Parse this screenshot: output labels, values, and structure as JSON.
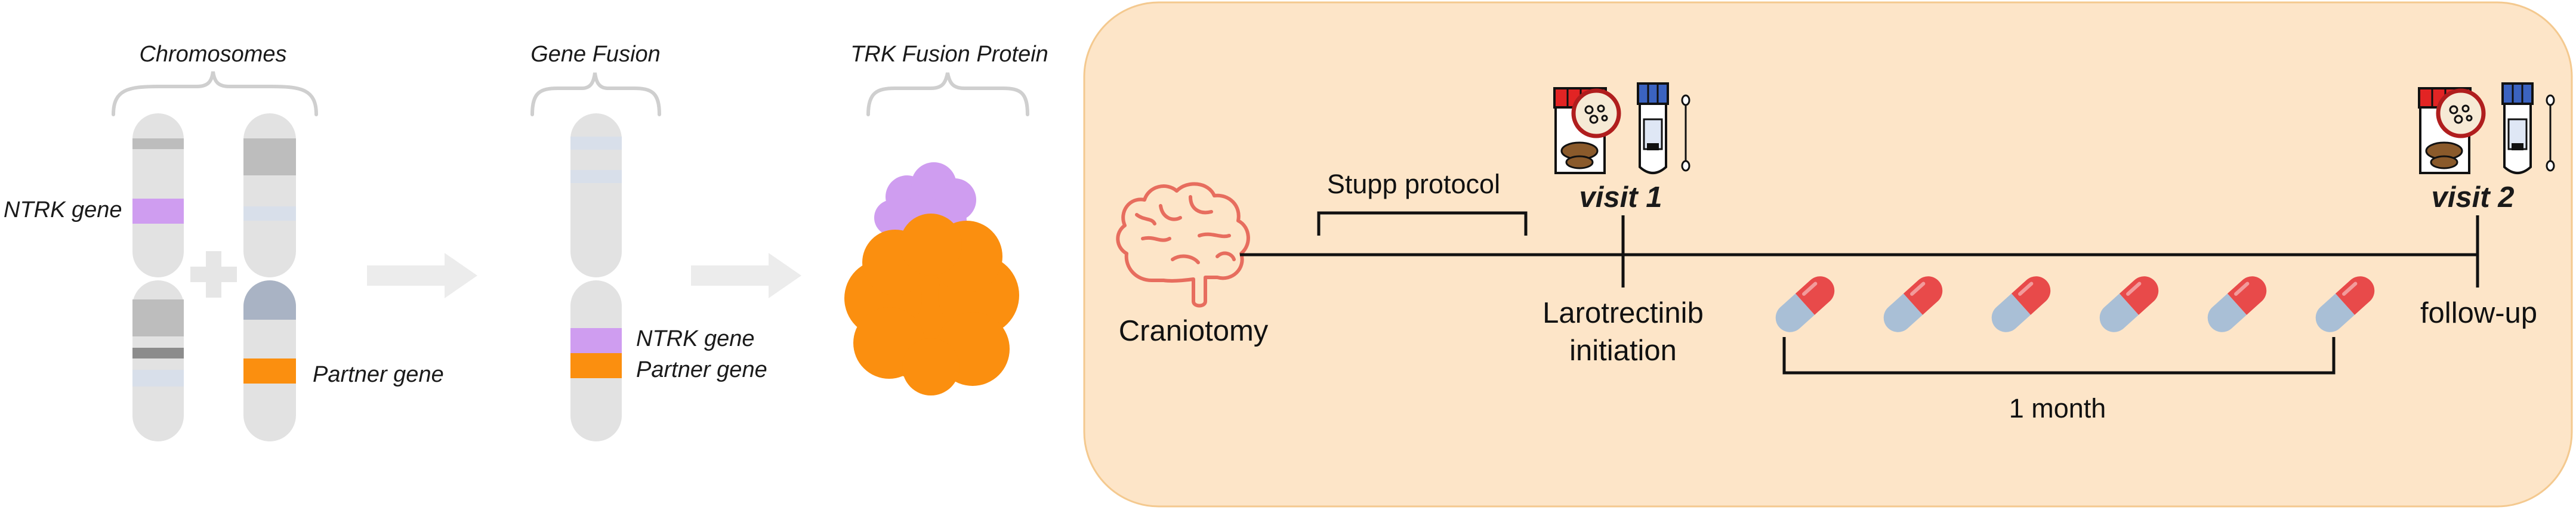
{
  "left_panel": {
    "chromosomes_title": "Chromosomes",
    "gene_fusion_title": "Gene Fusion",
    "trk_title": "TRK Fusion Protein",
    "ntrk_gene_label": "NTRK gene",
    "partner_gene_label": "Partner gene",
    "fused_ntrk_label": "NTRK gene",
    "fused_partner_label": "Partner gene"
  },
  "timeline": {
    "craniotomy_label": "Craniotomy",
    "stupp_label": "Stupp protocol",
    "visit1_label": "visit 1",
    "larotrectinib_line1": "Larotrectinib",
    "larotrectinib_line2": "initiation",
    "visit2_label": "visit 2",
    "followup_label": "follow-up",
    "duration_label": "1 month",
    "pill_count": 6
  },
  "colors": {
    "panel_bg": "#fde5c8",
    "panel_border": "#f4c98f",
    "chromosome": "#e2e2e2",
    "ntrk": "#cf9df0",
    "partner": "#fb8f0f",
    "protein_orange": "#fb8f0f",
    "protein_purple": "#cf9df0",
    "arrow": "#ececec",
    "brace": "#cfcfcf",
    "brain": "#e76d5e",
    "pill_red": "#e84a4a",
    "pill_blue": "#a9bfd6"
  }
}
